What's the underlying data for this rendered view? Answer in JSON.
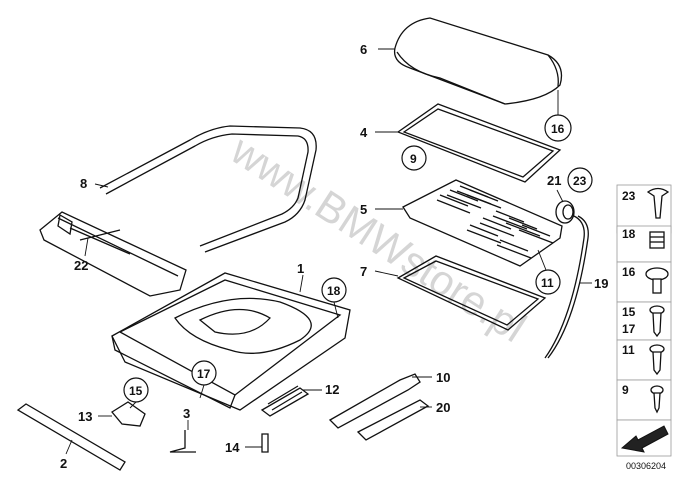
{
  "watermark": "www.BMWstore.pl",
  "diagram_code": "00306204",
  "part_labels": {
    "p1": "1",
    "p2": "2",
    "p3": "3",
    "p4": "4",
    "p5": "5",
    "p6": "6",
    "p7": "7",
    "p8": "8",
    "p10": "10",
    "p12": "12",
    "p13": "13",
    "p14": "14",
    "p19": "19",
    "p20": "20",
    "p21": "21",
    "p22": "22"
  },
  "circled_labels": {
    "c9": "9",
    "c11": "11",
    "c15": "15",
    "c16": "16",
    "c17": "17",
    "c18": "18",
    "c23": "23"
  },
  "fastener_legend": [
    {
      "label": "23",
      "icon": "push-rivet-icon"
    },
    {
      "label": "18",
      "icon": "expanding-nut-icon"
    },
    {
      "label": "16",
      "icon": "flange-screw-icon"
    },
    {
      "label": "15",
      "label2": "17",
      "icon": "screw-icon"
    },
    {
      "label": "11",
      "icon": "torx-screw-icon"
    },
    {
      "label": "9",
      "icon": "tapping-screw-icon"
    }
  ],
  "legend_arrow_icon": "diagram-arrow-icon"
}
